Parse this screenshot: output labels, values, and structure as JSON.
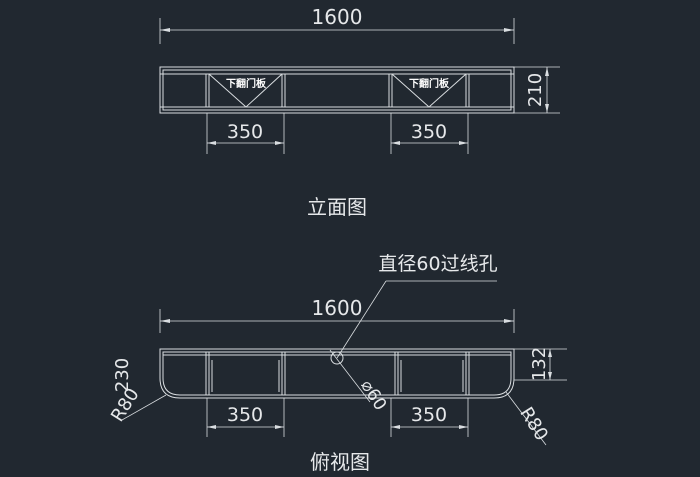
{
  "elevation": {
    "width_dim": "1600",
    "height_dim": "210",
    "left_door_dim": "350",
    "right_door_dim": "350",
    "left_door_label": "下翻门板",
    "right_door_label": "下翻门板",
    "title": "立面图"
  },
  "plan": {
    "width_dim": "1600",
    "depth_dim": "132",
    "hole_label": "直径60过线孔",
    "hole_dim": "⌀60",
    "left_radius": "R80",
    "left_height": "230",
    "right_radius": "R80",
    "left_bay_dim": "350",
    "right_bay_dim": "350",
    "title": "俯视图"
  },
  "colors": {
    "background": "#212830",
    "lines": "#d9dde0",
    "text": "#e6e8ea"
  }
}
